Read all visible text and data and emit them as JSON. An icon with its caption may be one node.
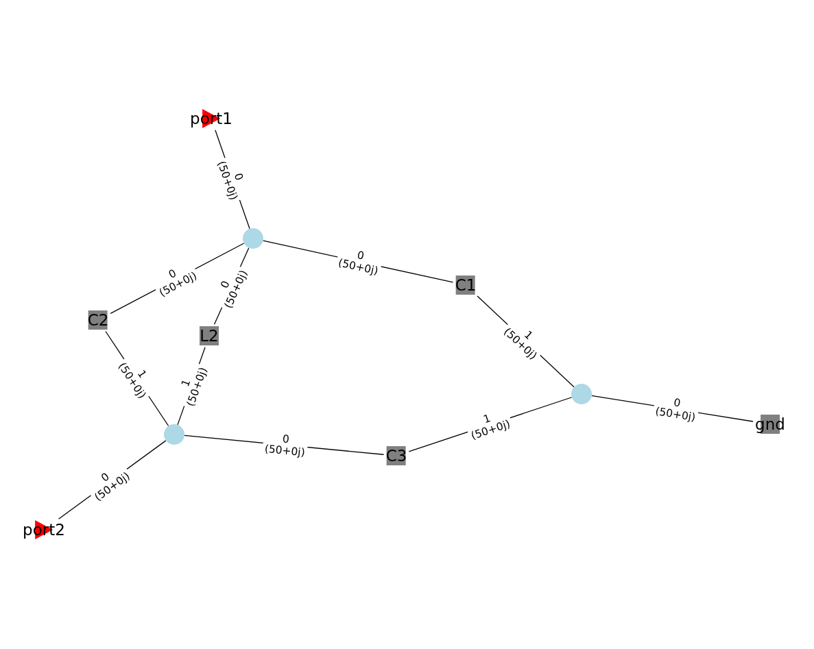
{
  "diagram": {
    "nodes": [
      {
        "text": [
          "port1"
        ]
      },
      {
        "text": [],
        "shape": "circle"
      },
      {
        "text": [
          "C1"
        ]
      },
      {
        "text": [
          "C2"
        ]
      },
      {
        "text": [
          "L2"
        ]
      },
      {
        "text": [],
        "shape": "circle"
      },
      {
        "text": [],
        "shape": "circle"
      },
      {
        "text": [
          "C3"
        ]
      },
      {
        "text": [
          "gnd"
        ]
      },
      {
        "text": [
          "port2"
        ]
      }
    ],
    "edges": [
      {
        "from": 0,
        "to": 1,
        "arrow": "none",
        "label": "0 (50+0j)"
      },
      {
        "from": 2,
        "to": 1,
        "arrow": "none",
        "label": "0 (50+0j)"
      },
      {
        "from": 2,
        "to": 6,
        "arrow": "none",
        "label": "1 (50+0j)"
      },
      {
        "from": 3,
        "to": 1,
        "arrow": "none",
        "label": "0 (50+0j)"
      },
      {
        "from": 3,
        "to": 5,
        "arrow": "none",
        "label": "1 (50+0j)"
      },
      {
        "from": 4,
        "to": 1,
        "arrow": "none",
        "label": "0 (50+0j)"
      },
      {
        "from": 4,
        "to": 5,
        "arrow": "none",
        "label": "1 (50+0j)"
      },
      {
        "from": 7,
        "to": 5,
        "arrow": "none",
        "label": "0 (50+0j)"
      },
      {
        "from": 7,
        "to": 6,
        "arrow": "none",
        "label": "1 (50+0j)"
      },
      {
        "from": 8,
        "to": 6,
        "arrow": "none",
        "label": "0 (50+0j)"
      },
      {
        "from": 9,
        "to": 5,
        "arrow": "none",
        "label": "0 (50+0j)"
      }
    ]
  }
}
